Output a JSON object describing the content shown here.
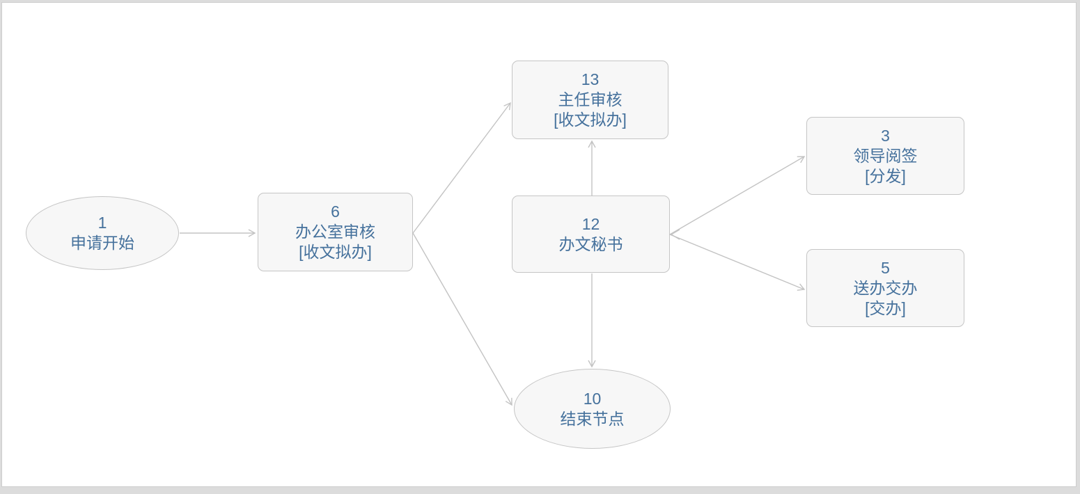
{
  "page": {
    "background": "#ffffff",
    "frame_color": "#dcdcdc",
    "title": ""
  },
  "diagram": {
    "type": "workflow-flowchart",
    "colors": {
      "node_fill": "#f7f7f7",
      "node_border": "#c5c5c5",
      "arrow": "#c3c3c3",
      "text": "#45719c"
    },
    "nodes": [
      {
        "id": "1",
        "label": "申请开始",
        "tag": "",
        "shape": "ellipse"
      },
      {
        "id": "6",
        "label": "办公室审核",
        "tag": "[收文拟办]",
        "shape": "rect"
      },
      {
        "id": "13",
        "label": "主任审核",
        "tag": "[收文拟办]",
        "shape": "rect"
      },
      {
        "id": "12",
        "label": "办文秘书",
        "tag": "",
        "shape": "rect"
      },
      {
        "id": "3",
        "label": "领导阅签",
        "tag": "[分发]",
        "shape": "rect"
      },
      {
        "id": "5",
        "label": "送办交办",
        "tag": "[交办]",
        "shape": "rect"
      },
      {
        "id": "10",
        "label": "结束节点",
        "tag": "",
        "shape": "ellipse"
      }
    ],
    "edges": [
      {
        "from": "1",
        "to": "6"
      },
      {
        "from": "6",
        "to": "13"
      },
      {
        "from": "6",
        "to": "10"
      },
      {
        "from": "12",
        "to": "13"
      },
      {
        "from": "12",
        "to": "10"
      },
      {
        "from": "12",
        "to": "3"
      },
      {
        "from": "12",
        "to": "5"
      },
      {
        "from": "5",
        "to": "12"
      }
    ]
  }
}
